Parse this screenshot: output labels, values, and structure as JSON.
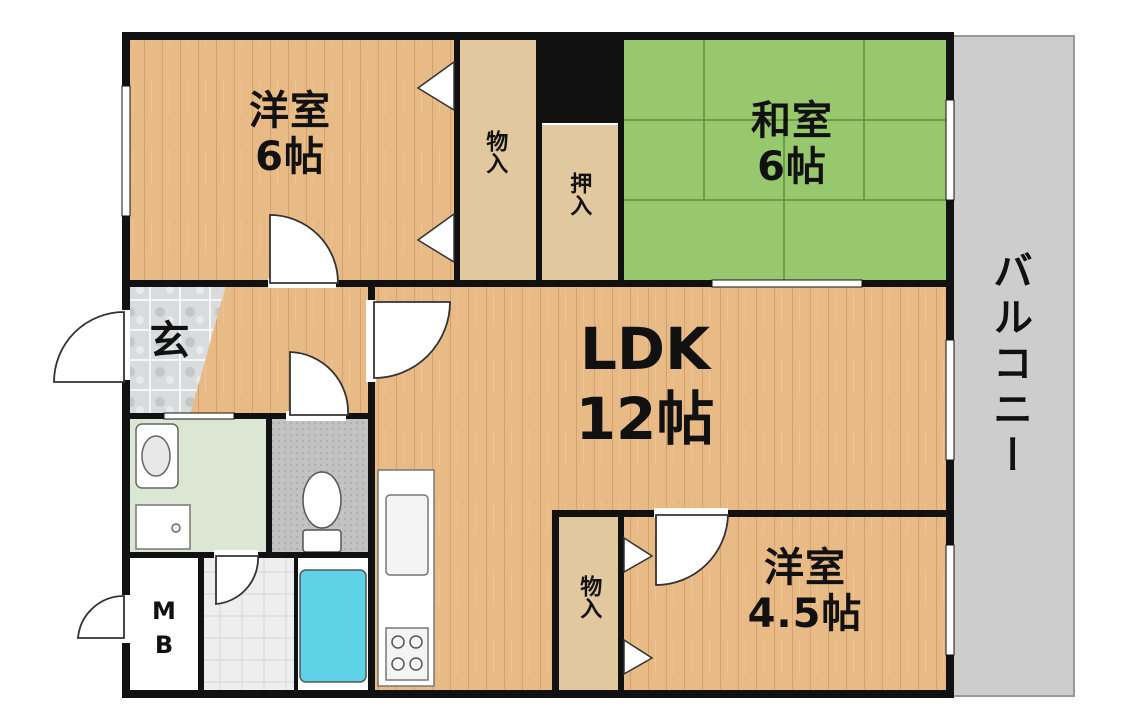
{
  "rooms": {
    "western1": {
      "name": "洋室",
      "size": "6帖"
    },
    "storage1": {
      "name": "物入"
    },
    "oshiire": {
      "name": "押入"
    },
    "japanese": {
      "name": "和室",
      "size": "6帖"
    },
    "entrance": {
      "name": "玄"
    },
    "ldk": {
      "name": "LDK",
      "size": "12帖"
    },
    "storage2": {
      "name": "物入"
    },
    "western2": {
      "name": "洋室",
      "size": "4.5帖"
    },
    "mb": {
      "name": "M\nB"
    },
    "balcony": {
      "name": "バルコニー"
    }
  },
  "colors": {
    "wood": "#e8b985",
    "wood_dark": "#d9a36c",
    "tatami": "#98c96f",
    "wall": "#111111",
    "balcony": "#cfcfcf",
    "tile": "#d7d9db",
    "sink_room": "#dbe8d3",
    "toilet_floor": "#bdbdbd",
    "tub": "#5fd3e6"
  }
}
